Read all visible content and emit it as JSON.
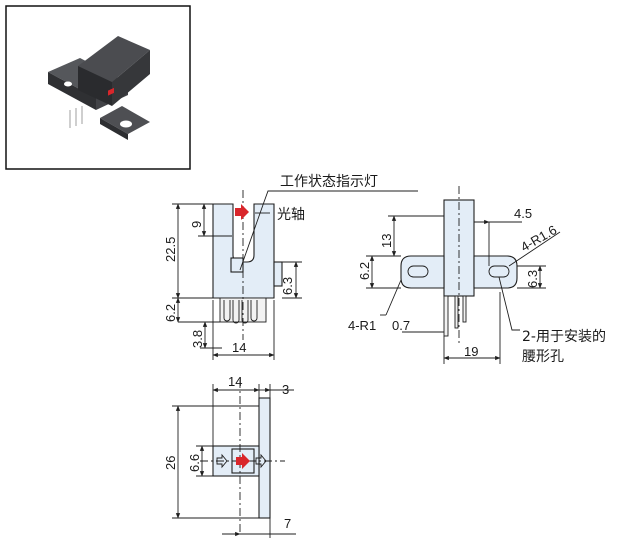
{
  "labels": {
    "indicator": "工作状态指示灯",
    "optical_axis": "光轴",
    "radius_small": "4-R1.6",
    "radius_large": "4-R1",
    "mounting_hole_line1": "2-用于安装的",
    "mounting_hole_line2": "腰形孔"
  },
  "dimensions": {
    "front_height": "22.5",
    "front_slot": "9",
    "front_lower": "6.2",
    "front_pin": "3.8",
    "front_width": "14",
    "front_side": "6.3",
    "side_top": "13",
    "side_offset": "4.5",
    "side_flange": "6.2",
    "side_flange_right": "6.3",
    "side_thin": "0.7",
    "side_width": "19",
    "top_width": "14",
    "top_edge": "3",
    "top_height": "26",
    "top_window": "6.6",
    "top_bottom": "7"
  },
  "colors": {
    "body": "#e3edf7",
    "line": "#1f1f1f",
    "led": "#d9262b",
    "photo_body": "#3c3d40"
  },
  "icons": {
    "led_arrow": "red-arrow-icon",
    "light_arrow": "hollow-arrow-icon"
  }
}
